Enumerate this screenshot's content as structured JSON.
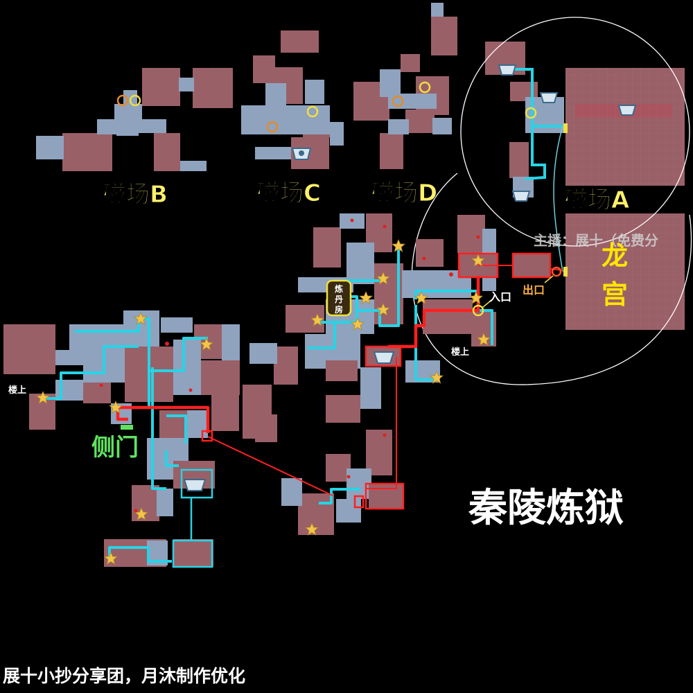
{
  "map": {
    "title": "秦陵炼狱",
    "credit": "展十小抄分享团，月沐制作优化",
    "watermark": "主播：展十（免费分",
    "zones": {
      "b": "磁场B",
      "c": "磁场C",
      "d": "磁场D",
      "a": "磁场A",
      "dragon_palace": [
        "龙",
        "宫"
      ]
    },
    "markers": {
      "entrance": "入口",
      "exit": "出口",
      "upstairs_left": "楼上",
      "upstairs_right": "楼上",
      "side_door": "侧门",
      "furnace": [
        "炼",
        "丹",
        "房"
      ]
    },
    "colors": {
      "room": "#9a6068",
      "corridor": "#8fa3be",
      "route": "#26d4e6",
      "main_route": "#ff2020",
      "star": "#f2c44a",
      "zone_label": "#fff06a",
      "dragon_label": "#ffe500",
      "side_door": "#5fe35f"
    }
  }
}
